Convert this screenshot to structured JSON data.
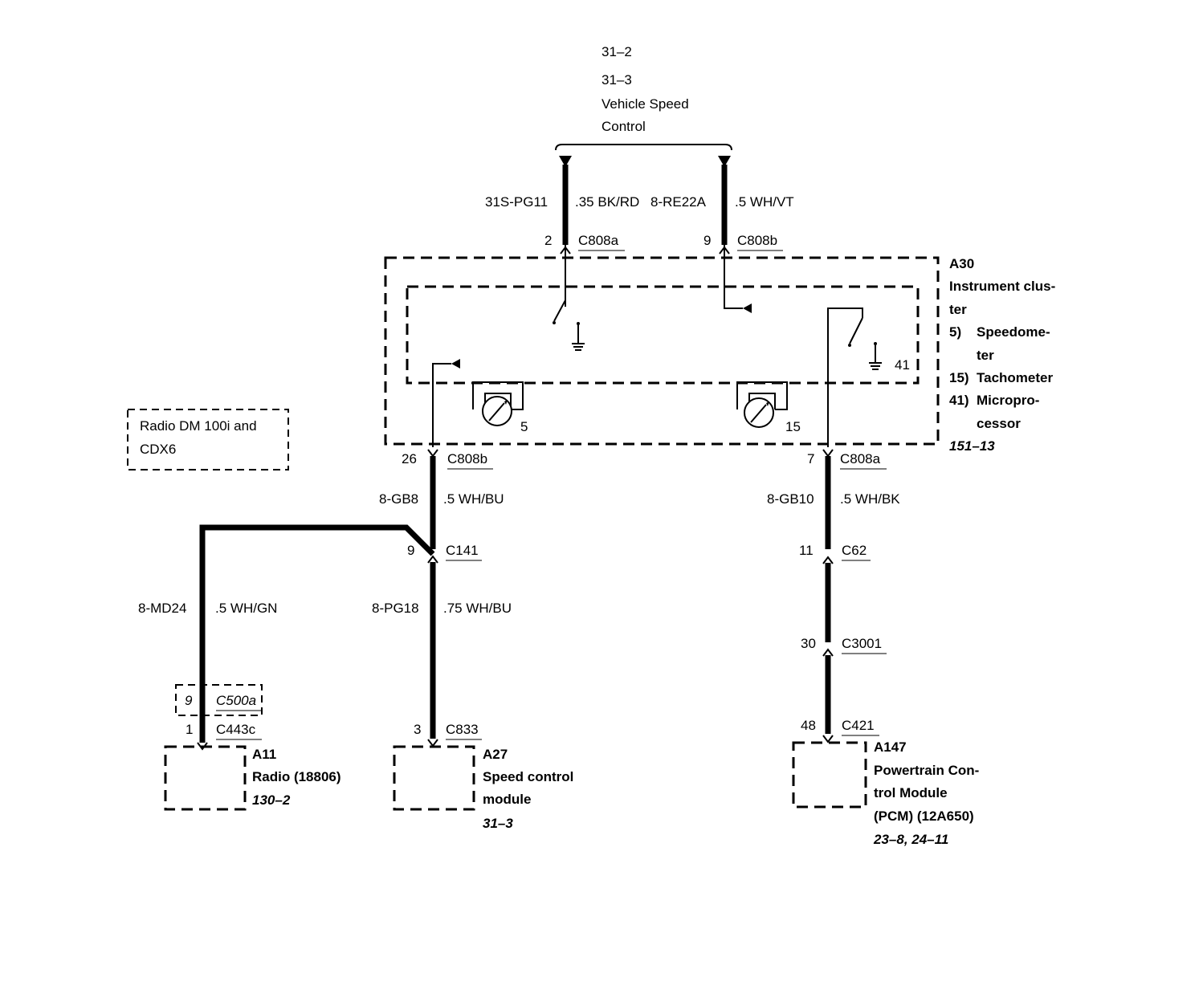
{
  "top_refs": {
    "ref_1": "31–2",
    "ref_2": "31–3",
    "title_line_1": "Vehicle Speed",
    "title_line_2": "Control"
  },
  "wires": {
    "w1_circuit": "31S-PG11",
    "w1_spec": ".35 BK/RD",
    "w2_circuit": "8-RE22A",
    "w2_spec": ".5 WH/VT",
    "w3_circuit": "8-GB8",
    "w3_spec": ".5 WH/BU",
    "w4_circuit": "8-GB10",
    "w4_spec": ".5 WH/BK",
    "w5_circuit": "8-MD24",
    "w5_spec": ".5 WH/GN",
    "w6_circuit": "8-PG18",
    "w6_spec": ".75 WH/BU"
  },
  "connectors": {
    "c1_pin": "2",
    "c1_name": "C808a",
    "c2_pin": "9",
    "c2_name": "C808b",
    "c3_pin": "26",
    "c3_name": "C808b",
    "c4_pin": "7",
    "c4_name": "C808a",
    "c5_pin": "9",
    "c5_name": "C141",
    "c6_pin": "11",
    "c6_name": "C62",
    "c7_pin": "30",
    "c7_name": "C3001",
    "c8_pin": "9",
    "c8_name": "C500a",
    "c9_pin": "1",
    "c9_name": "C443c",
    "c10_pin": "3",
    "c10_name": "C833",
    "c11_pin": "48",
    "c11_name": "C421"
  },
  "cluster": {
    "id": "A30",
    "name_1": "Instrument clus-",
    "name_2": "ter",
    "item1_num": "5)",
    "item1_a": "Speedome-",
    "item1_b": "ter",
    "item2_num": "15)",
    "item2_a": "Tachometer",
    "item3_num": "41)",
    "item3_a": "Micropro-",
    "item3_b": "cessor",
    "ref": "151–13",
    "gauge1_label": "5",
    "gauge2_label": "15",
    "micro_label": "41"
  },
  "radio_note": {
    "line_1": "Radio DM 100i and",
    "line_2": "CDX6"
  },
  "modules": {
    "m1_id": "A11",
    "m1_name": "Radio (18806)",
    "m1_ref": "130–2",
    "m2_id": "A27",
    "m2_name_1": "Speed control",
    "m2_name_2": "module",
    "m2_ref": "31–3",
    "m3_id": "A147",
    "m3_name_1": "Powertrain Con-",
    "m3_name_2": "trol Module",
    "m3_name_3": "(PCM) (12A650)",
    "m3_ref": "23–8, 24–11"
  }
}
